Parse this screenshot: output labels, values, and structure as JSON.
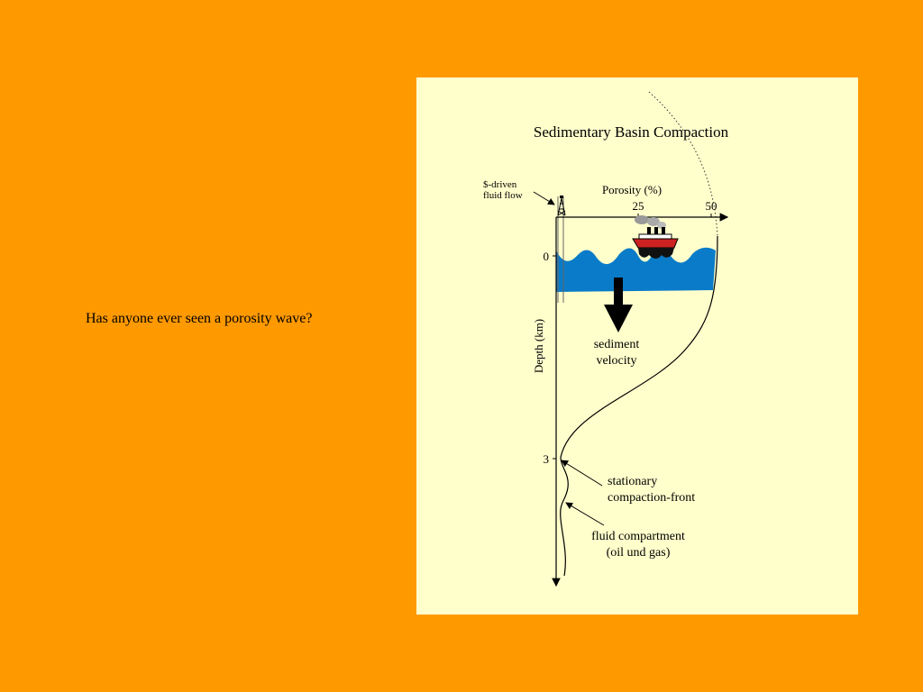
{
  "slide": {
    "text": "Has anyone ever seen a porosity wave?"
  },
  "figure": {
    "title": "Sedimentary Basin Compaction",
    "rig_label_line1": "$-driven",
    "rig_label_line2": "fluid flow",
    "x_axis_label": "Porosity (%)",
    "x_ticks": [
      "25",
      "50"
    ],
    "y_axis_label": "Depth (km)",
    "y_ticks": [
      "0",
      "3"
    ],
    "velocity_label_line1": "sediment",
    "velocity_label_line2": "velocity",
    "front_label_line1": "stationary",
    "front_label_line2": "compaction-front",
    "compartment_label_line1": "fluid compartment",
    "compartment_label_line2": "(oil und gas)",
    "colors": {
      "slide_background": "#ff9900",
      "panel_background": "#ffffcc",
      "water": "#0a7bc8",
      "ship_hull": "#cc2222"
    },
    "icons": [
      "oil-rig-icon",
      "ship-icon",
      "down-arrow-icon"
    ]
  }
}
